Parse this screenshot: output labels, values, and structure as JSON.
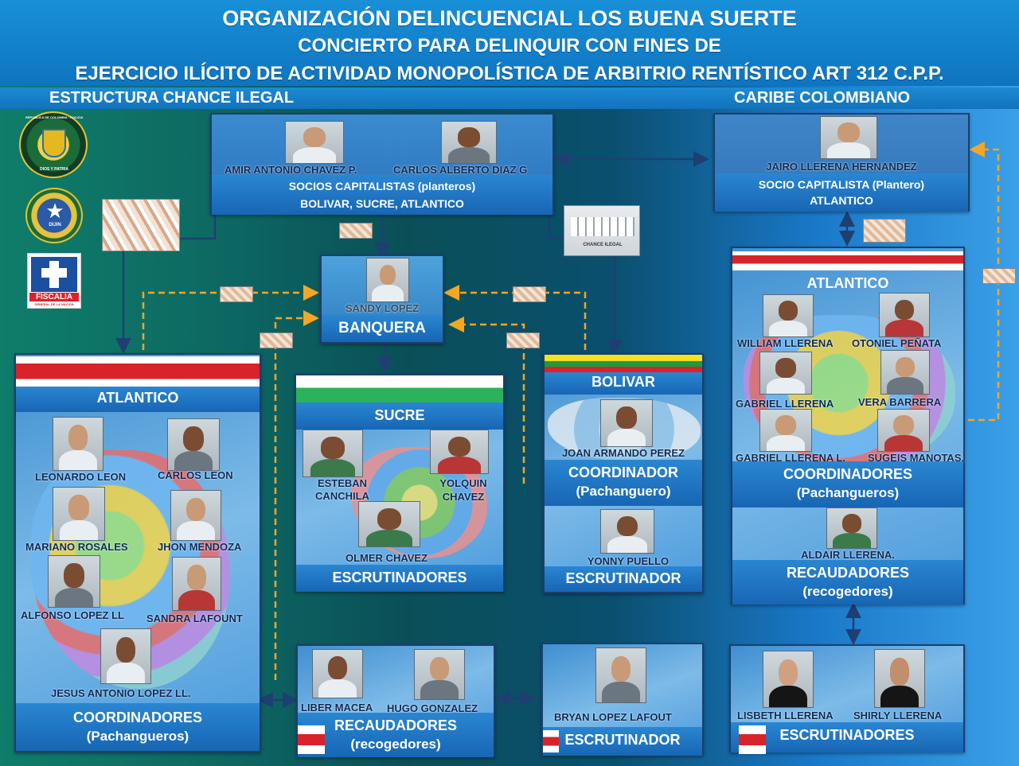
{
  "header": {
    "line1": "ORGANIZACIÓN DELINCUENCIAL  LOS BUENA SUERTE",
    "line2": "CONCIERTO PARA DELINQUIR CON FINES DE",
    "line3": "EJERCICIO ILÍCITO DE ACTIVIDAD MONOPOLÍSTICA DE ARBITRIO RENTÍSTICO ART 312 C.P.P."
  },
  "subbar": {
    "left": "ESTRUCTURA CHANCE ILEGAL",
    "right": "CARIBE COLOMBIANO"
  },
  "logos": {
    "fiscalia": "FISCALIA",
    "fiscalia_sub": "GENERAL DE LA NACION",
    "dijin": "DIJIN",
    "police_ring": "REPUBLICA DE COLOMBIA · POLICIA NACIONAL",
    "police_motto": "DIOS Y PATRIA"
  },
  "socios_main": {
    "person1": "AMIR ANTONIO  CHAVEZ  P.",
    "person2": "CARLOS ALBERTO DIAZ G",
    "title": "SOCIOS CAPITALISTAS (planteros)",
    "subtitle": "BOLIVAR, SUCRE, ATLANTICO"
  },
  "socio_caribe": {
    "person": "JAIRO LLERENA HERNANDEZ",
    "title": "SOCIO  CAPITALISTA (Plantero)",
    "subtitle": "ATLANTICO"
  },
  "chance_label": "CHANCE ILEGAL",
  "banquera": {
    "person": "SANDY LOPEZ",
    "title": "BANQUERA"
  },
  "atlantico_left": {
    "title": "ATLANTICO",
    "people": [
      "LEONARDO LEON",
      "CARLOS LEON",
      "MARIANO ROSALES",
      "JHON MENDOZA",
      "ALFONSO LOPEZ LL",
      "SANDRA LAFOUNT",
      "JESUS ANTONIO LOPEZ LL."
    ],
    "role": "COORDINADORES",
    "role_sub": "(Pachangueros)"
  },
  "sucre": {
    "title": "SUCRE",
    "people": [
      "ESTEBAN",
      "CANCHILA",
      "YOLQUIN",
      "CHAVEZ",
      "OLMER CHAVEZ"
    ],
    "role": "ESCRUTINADORES"
  },
  "bolivar": {
    "title": "BOLIVAR",
    "coord": "JOAN ARMANDO PEREZ",
    "role": "COORDINADOR",
    "role_sub": "(Pachanguero)",
    "escr": "YONNY PUELLO",
    "role2": "ESCRUTINADOR"
  },
  "atlantico_right": {
    "title": "ATLANTICO",
    "people": [
      "WILLIAM LLERENA",
      "OTONIEL PEÑATA",
      "GABRIEL LLERENA",
      "VERA BARRERA",
      "GABRIEL LLERENA L.",
      "SUGEIS MANOTAS."
    ],
    "role": "COORDINADORES",
    "role_sub": "(Pachangueros)",
    "recaudador": "ALDAIR LLERENA.",
    "role2": "RECAUDADORES",
    "role2_sub": "(recogedores)"
  },
  "recaudadores_bottom": {
    "people": [
      "LIBER MACEA",
      "HUGO GONZALEZ"
    ],
    "role": "RECAUDADORES",
    "role_sub": "(recogedores)"
  },
  "escrutinador_bottom": {
    "person": "BRYAN LOPEZ LAFOUT",
    "role": "ESCRUTINADOR"
  },
  "escrutinadores_right": {
    "people": [
      "LISBETH LLERENA",
      "SHIRLY LLERENA"
    ],
    "role": "ESCRUTINADORES"
  },
  "colors": {
    "header_blue": "#0e74c0",
    "box_blue": "#2f73b8",
    "flag_red": "#d9232a",
    "flag_yellow": "#f6e21b",
    "flag_green": "#1d9a3b",
    "money_line": "#f5a623",
    "link_line": "#1f3f73"
  }
}
